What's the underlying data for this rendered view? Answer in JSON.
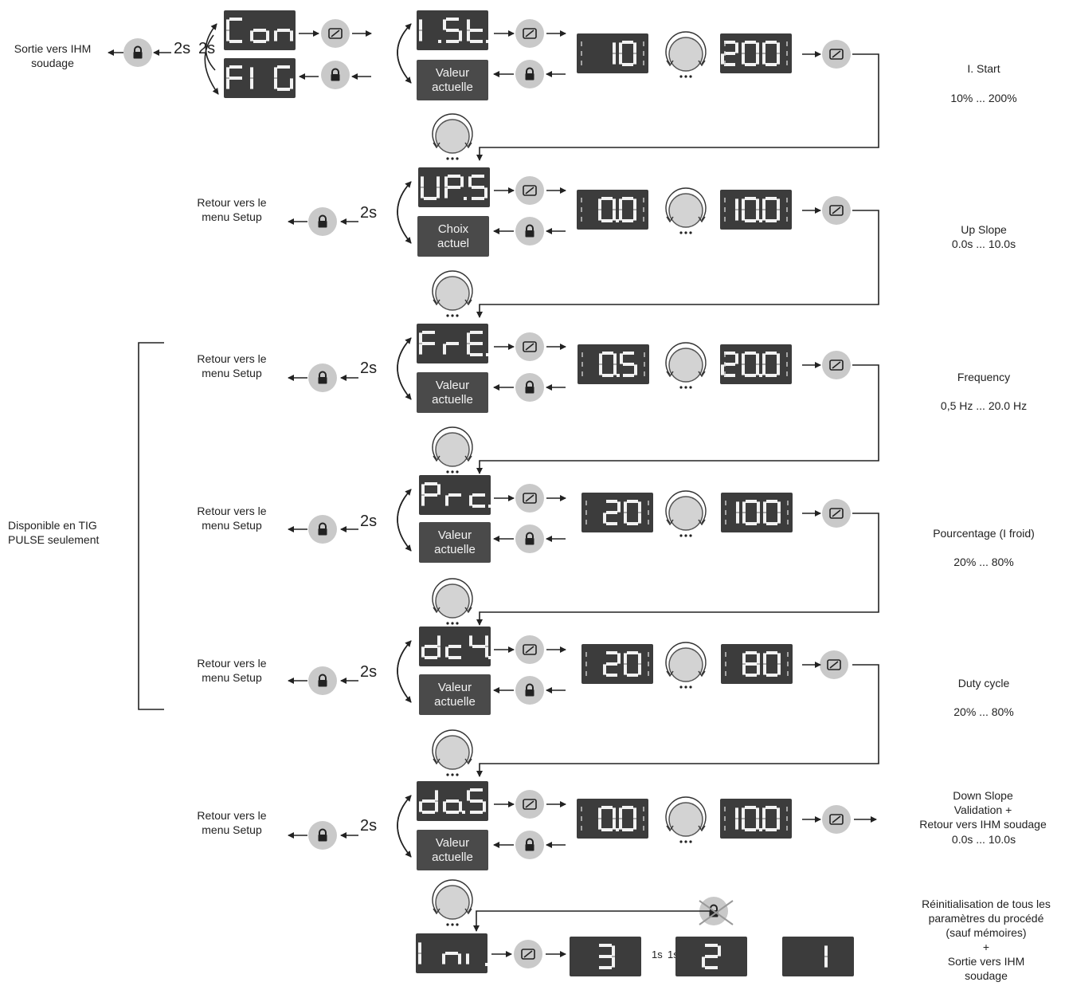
{
  "left_exit": "Sortie vers IHM\nsoudage",
  "time_2s": "2s",
  "time_1s": "1s",
  "side_note": "Disponible en TIG\nPULSE seulement",
  "retour": "Retour vers le\nmenu Setup",
  "valeur_actuelle": "Valeur\nactuelle",
  "choix_actuel": "Choix\nactuel",
  "rows": [
    {
      "code": "I.St.",
      "min": "10",
      "max": "200",
      "title": "I. Start",
      "range": "10% ... 200%"
    },
    {
      "code": "UP.S",
      "min": "0.0",
      "max": "10.0",
      "title": "Up Slope",
      "range": "0.0s ... 10.0s"
    },
    {
      "code": "FrE.",
      "min": "0.5",
      "max": "20.0",
      "title": "Frequency",
      "range": "0,5 Hz ... 20.0 Hz"
    },
    {
      "code": "Prc.",
      "min": "20",
      "max": "100",
      "title": "Pourcentage (I froid)",
      "range": "20% ... 80%"
    },
    {
      "code": "dc4.",
      "min": "20",
      "max": "80",
      "title": "Duty cycle",
      "range": "20% ... 80%"
    },
    {
      "code": "do.S",
      "min": "0.0",
      "max": "10.0",
      "title": "Down Slope\nValidation +\nRetour vers IHM soudage",
      "range": "0.0s ... 10.0s"
    }
  ],
  "top_codes": {
    "con": "Con",
    "fig": "FIG"
  },
  "ini": {
    "code": "Ini.",
    "count": [
      "3",
      "2",
      "1"
    ],
    "note": "Réinitialisation de tous les\nparamètres du procédé\n(sauf mémoires)\n+\nSortie vers IHM\nsoudage"
  },
  "colors": {
    "display_bg": "#3c3c3c",
    "segment": "#f2f2f2",
    "button": "#c9c9c9"
  }
}
